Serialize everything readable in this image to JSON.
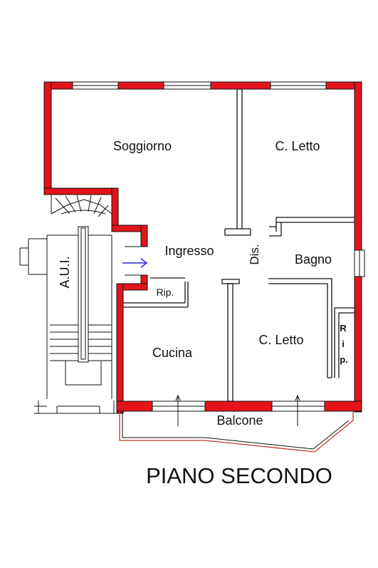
{
  "plan": {
    "title": "PIANO SECONDO",
    "rooms": {
      "soggiorno": "Soggiorno",
      "letto_top": "C. Letto",
      "ingresso": "Ingresso",
      "dis": "Dis.",
      "bagno": "Bagno",
      "rip_small": "Rip.",
      "cucina": "Cucina",
      "letto_bottom": "C. Letto",
      "rip_vertical": [
        "R",
        "i",
        "p."
      ],
      "balcone": "Balcone",
      "aui": "A.U.I."
    },
    "colors": {
      "exterior_wall": "#e3141b",
      "entry_arrow": "#2b2bd6",
      "lines": "#111111",
      "balcony_outline": "#c0392b"
    },
    "icons": [
      "entry-arrow-icon",
      "staircase-icon"
    ]
  }
}
